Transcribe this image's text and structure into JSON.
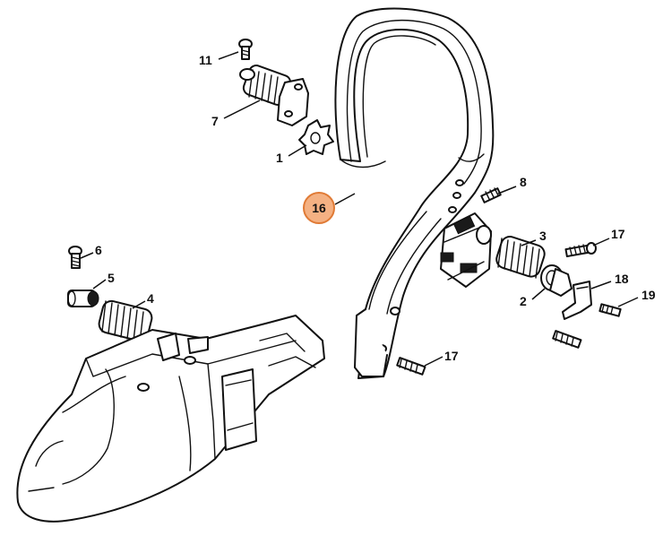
{
  "callouts": [
    {
      "id": "c11",
      "label": "11"
    },
    {
      "id": "c7",
      "label": "7"
    },
    {
      "id": "c1",
      "label": "1"
    },
    {
      "id": "c16",
      "label": "16",
      "highlighted": true
    },
    {
      "id": "c8",
      "label": "8"
    },
    {
      "id": "c3",
      "label": "3"
    },
    {
      "id": "c17a",
      "label": "17"
    },
    {
      "id": "c2",
      "label": "2"
    },
    {
      "id": "c18",
      "label": "18"
    },
    {
      "id": "c19",
      "label": "19"
    },
    {
      "id": "c17b",
      "label": "17"
    },
    {
      "id": "c6",
      "label": "6"
    },
    {
      "id": "c5",
      "label": "5"
    },
    {
      "id": "c4",
      "label": "4"
    }
  ],
  "colors": {
    "line": "#111111",
    "background": "#ffffff",
    "highlight_fill": "#f4b183",
    "highlight_stroke": "#e07a35"
  }
}
